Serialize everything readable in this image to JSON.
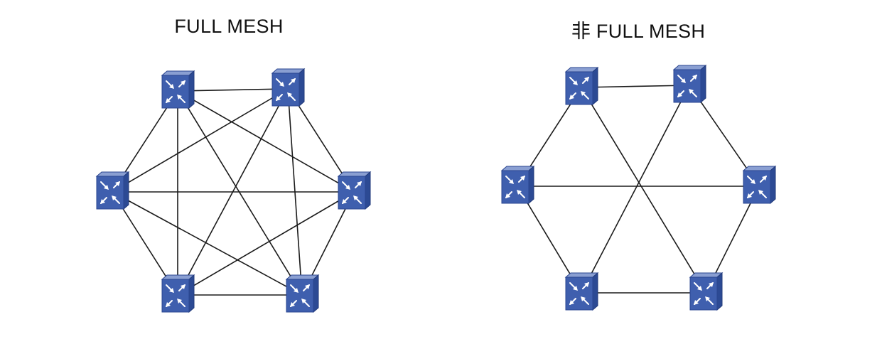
{
  "diagrams": [
    {
      "title": "FULL MESH",
      "nodes": [
        "r1",
        "r2",
        "r3",
        "r4",
        "r5",
        "r6"
      ],
      "links": [
        [
          "r1",
          "r2"
        ],
        [
          "r1",
          "r3"
        ],
        [
          "r1",
          "r4"
        ],
        [
          "r1",
          "r5"
        ],
        [
          "r1",
          "r6"
        ],
        [
          "r2",
          "r3"
        ],
        [
          "r2",
          "r4"
        ],
        [
          "r2",
          "r5"
        ],
        [
          "r2",
          "r6"
        ],
        [
          "r3",
          "r4"
        ],
        [
          "r3",
          "r5"
        ],
        [
          "r3",
          "r6"
        ],
        [
          "r4",
          "r5"
        ],
        [
          "r4",
          "r6"
        ],
        [
          "r5",
          "r6"
        ]
      ]
    },
    {
      "title": "非 FULL MESH",
      "nodes": [
        "r1",
        "r2",
        "r3",
        "r4",
        "r5",
        "r6"
      ],
      "links": [
        [
          "r1",
          "r2"
        ],
        [
          "r2",
          "r4"
        ],
        [
          "r4",
          "r6"
        ],
        [
          "r6",
          "r5"
        ],
        [
          "r5",
          "r3"
        ],
        [
          "r3",
          "r1"
        ],
        [
          "r1",
          "r6"
        ],
        [
          "r2",
          "r5"
        ],
        [
          "r3",
          "r4"
        ]
      ]
    }
  ],
  "icons": {
    "node": "router-icon"
  },
  "colors": {
    "router": "#3f5fae",
    "link": "#1b1b1b"
  }
}
